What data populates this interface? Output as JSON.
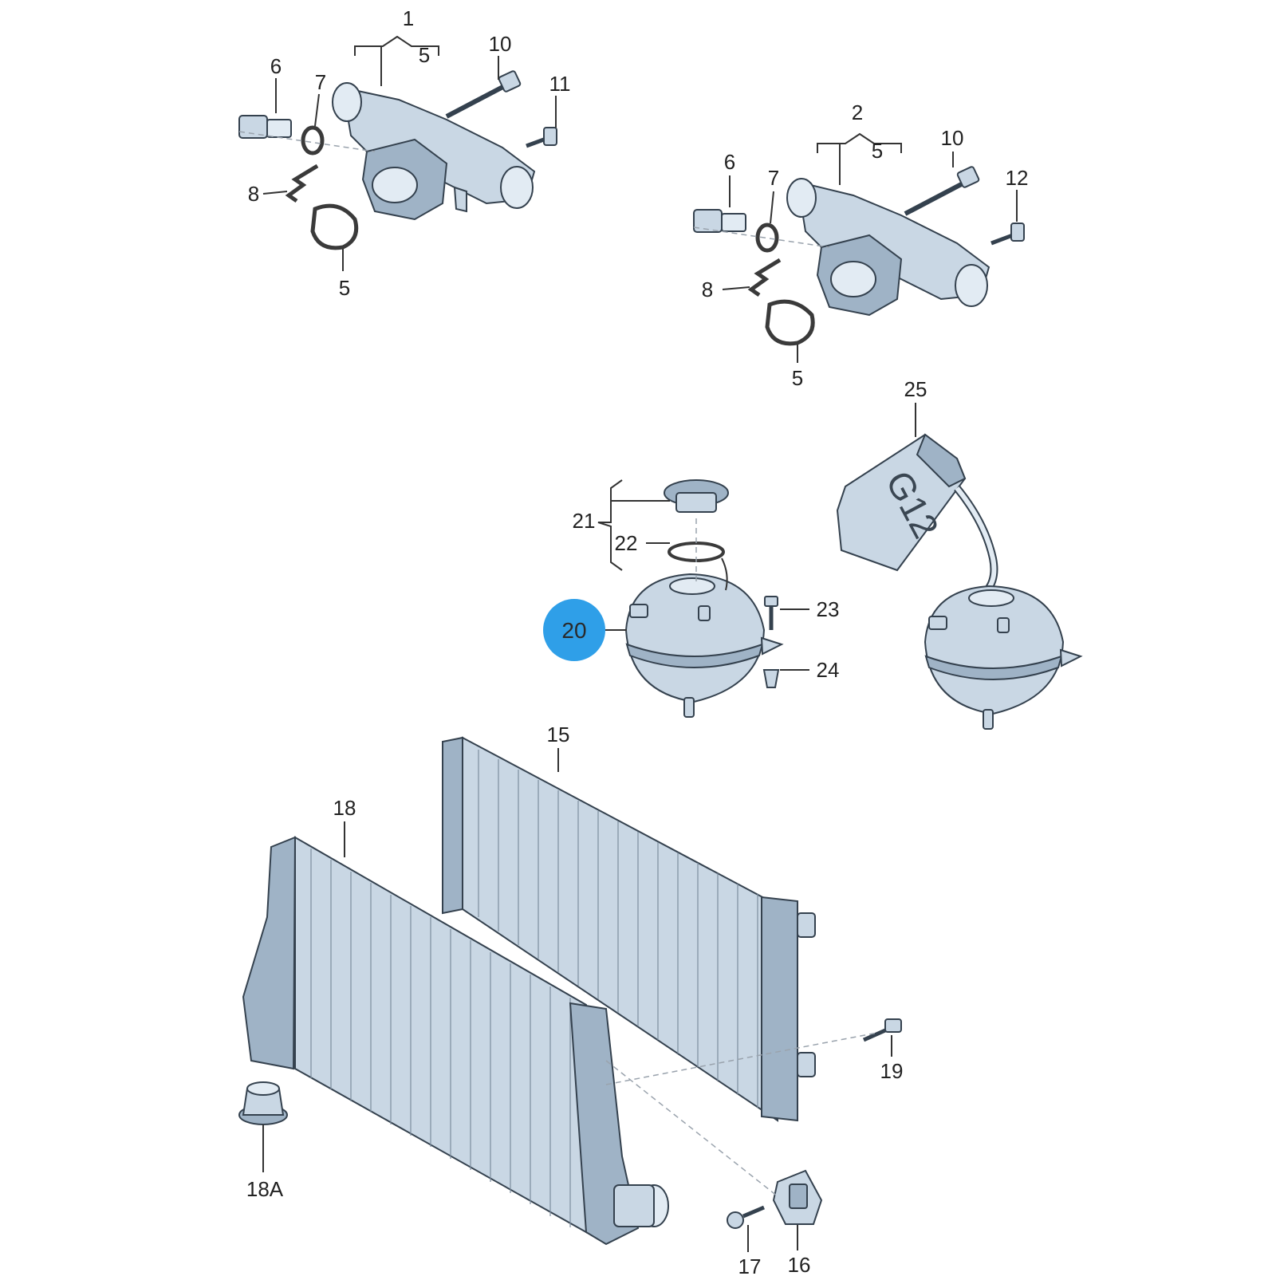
{
  "callouts": {
    "c1": "1",
    "c2": "2",
    "c5a": "5",
    "c5b": "5",
    "c5c": "5",
    "c5d": "5",
    "c6a": "6",
    "c6b": "6",
    "c7a": "7",
    "c7b": "7",
    "c8a": "8",
    "c8b": "8",
    "c10a": "10",
    "c10b": "10",
    "c11": "11",
    "c12": "12",
    "c15": "15",
    "c16": "16",
    "c17": "17",
    "c18": "18",
    "c18a": "18A",
    "c19": "19",
    "c20": "20",
    "c21": "21",
    "c22": "22",
    "c23": "23",
    "c24": "24",
    "c25": "25"
  },
  "bottle_marking": "G12",
  "highlight_color": "#2f9fe8"
}
